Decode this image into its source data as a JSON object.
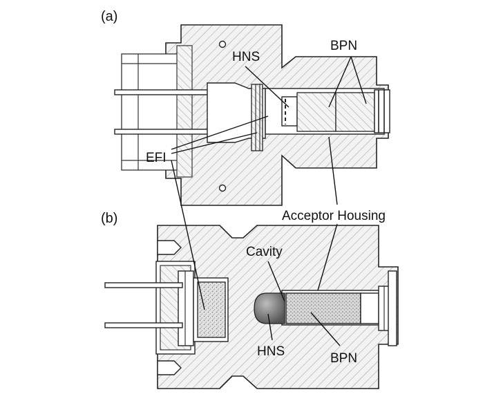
{
  "panel_a": {
    "tag": "(a)",
    "labels": {
      "hns": "HNS",
      "bpn": "BPN",
      "efi": "EFI"
    }
  },
  "panel_b": {
    "tag": "(b)",
    "labels": {
      "acceptor_housing": "Acceptor Housing",
      "cavity": "Cavity",
      "hns": "HNS",
      "bpn": "BPN"
    }
  }
}
